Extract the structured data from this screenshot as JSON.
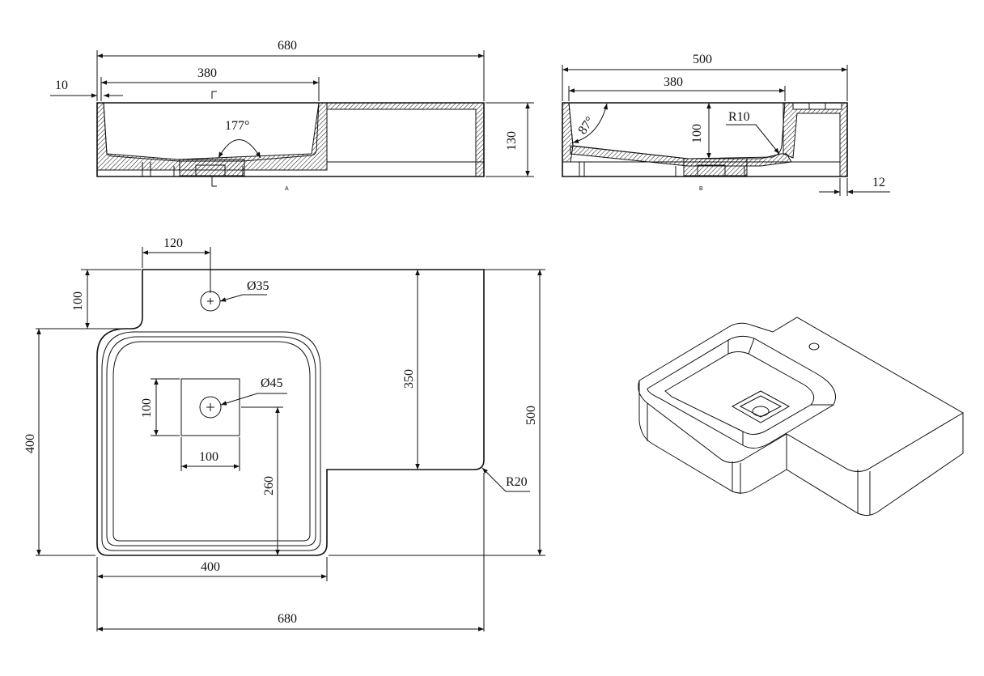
{
  "colors": {
    "ink": "#111111",
    "paper": "#ffffff"
  },
  "views": {
    "front_section": {
      "width_label": "680",
      "basin_width_label": "380",
      "rim_label": "10",
      "angle_label": "177°",
      "height_label": "130",
      "section_mark": "A"
    },
    "side_section": {
      "width_label": "500",
      "basin_width_label": "380",
      "angle_label": "87°",
      "depth_label": "100",
      "radius_label": "R10",
      "wall_label": "12",
      "section_mark": "B"
    },
    "plan": {
      "hole_offset_label": "120",
      "hole_inset_label": "100",
      "tap_hole_label": "Ø35",
      "waste_label": "Ø45",
      "drain_height_label": "100",
      "drain_width_label": "100",
      "deck_depth_label": "350",
      "drain_offset_label": "260",
      "radius_label": "R20",
      "basin_depth_label": "400",
      "total_depth_label": "500",
      "basin_width_label": "400",
      "total_width_label": "680"
    }
  }
}
